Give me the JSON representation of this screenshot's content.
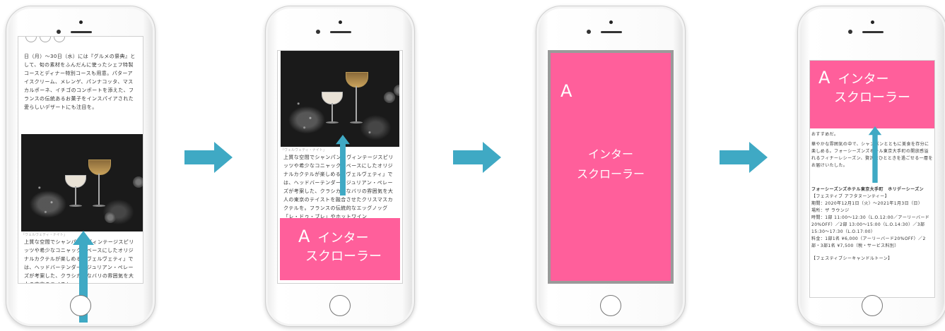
{
  "phone1": {
    "article_paragraph": "日（月）〜30日（水）には『グルメの祭典』として、旬の素材をふんだんに使ったシェフ特製コースとディナー特別コースも用意。パターアイスクリーム、メレンゲ、パンナコッタ、マスカルポーネ、イチゴのコンポートを添えた、フランスの伝統あるお菓子をインスパイアされた愛らしいデザートにも注目を。",
    "photo_caption": "「ヴェルヴェティ・ナイト」",
    "article_paragraph2": "上質な空間でシャンパンとヴィンテージスピリッツや希少なコニャックをベースにしたオリジナルカクテルが楽しめる「ヴェルヴェティ」では、ヘッドバーテンダー、ジュリアン・ペレーズが考案した、クラシカルなバリの雰囲気を大人の東京のテイスト"
  },
  "phone2": {
    "photo_caption": "「ヴェルヴェティ・ナイト」",
    "article_paragraph": "上質な空間でシャンパンとヴィンテージスピリッツや希少なコニャックをベースにしたオリジナルカクテルが楽しめる「ヴェルヴェティ」では、ヘッドバーテンダー、ジュリアン・ペレーズが考案した、クラシカルなバリの雰囲気を大人の東京のテイストを融合させたクリスマスカクテルを。フランスの伝統的なエッグノッグ「レ・ドゥ・ブレ」やホットワイン",
    "ad_letter": "A",
    "ad_line1": "インター",
    "ad_line2": "スクローラー"
  },
  "phone3": {
    "ad_letter": "A",
    "ad_line1": "インター",
    "ad_line2": "スクローラー"
  },
  "phone4": {
    "ad_letter": "A",
    "ad_line1": "インター",
    "ad_line2": "スクローラー",
    "intro": "おすすめだ。",
    "paragraph": "華やかな雰囲気の中で、シャンパンとともに美食を存分に楽しめる。フォーシーズンズホテル東京大手町の開放感溢れるフィナーレシーズン、贅沢なひとときを過ごせる一層をお届けいたした。",
    "venue_title": "フォーシーズンズホテル東京大手町　ホリデーシーズン",
    "section1_title": "【フェスティブ アフタヌーンティー】",
    "period": "期間：2020年12月1日（火）〜2021年1月3日（日）",
    "place": "場所：ザ ラウンジ",
    "hours": "時間：1部 11:00〜12:30（L.O.12:00／アーリーバード20%OFF）／2部 13:00〜15:00（L.O.14:30）／3部 15:30〜17:30（L.O.17:00）",
    "price": "料金：1部1名 ¥6,000（アーリーバード20%OFF）／2部・3部1名 ¥7,500（税・サービス料別）",
    "section2_title": "【フェスティブシーキャンドルトーン】"
  }
}
